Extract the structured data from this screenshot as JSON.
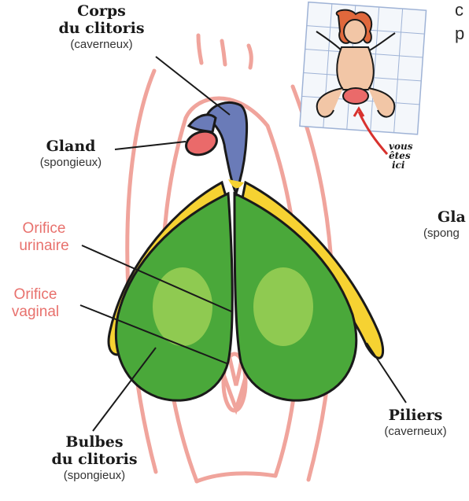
{
  "labels": {
    "corps": {
      "title1": "Corps",
      "title2": "du clitoris",
      "sub": "(caverneux)"
    },
    "gland_left": {
      "title": "Gland",
      "sub": "(spongieux)"
    },
    "orifice_urinaire": {
      "line1": "Orifice",
      "line2": "urinaire"
    },
    "orifice_vaginal": {
      "line1": "Orifice",
      "line2": "vaginal"
    },
    "bulbes": {
      "title1": "Bulbes",
      "title2": "du clitoris",
      "sub": "(spongieux)"
    },
    "piliers": {
      "title": "Piliers",
      "sub": "(caverneux)"
    },
    "gland_right_cut": {
      "title": "Gla",
      "sub": "(spong"
    }
  },
  "inset": {
    "note_line1": "vous",
    "note_line2": "êtes",
    "note_line3": "ici"
  },
  "cut_text": {
    "line1": "c",
    "line2": "p"
  },
  "colors": {
    "outline_pink": "#f0a49c",
    "green": "#4aa83a",
    "green_light": "#a7d65a",
    "yellow": "#f6d232",
    "blue": "#6a7bb8",
    "gland_pink": "#ea6a6a",
    "label_pink": "#e8716d",
    "red_arrow": "#d8322e"
  }
}
